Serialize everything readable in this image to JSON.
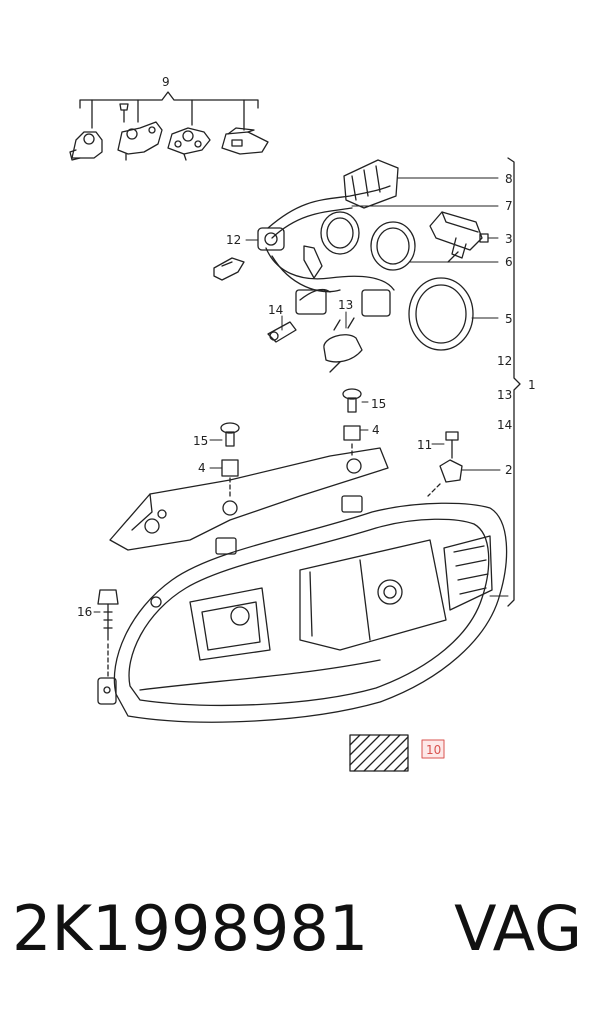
{
  "diagram": {
    "callouts": {
      "c1": "1",
      "c2": "2",
      "c3": "3",
      "c4a": "4",
      "c4b": "4",
      "c5": "5",
      "c6": "6",
      "c7": "7",
      "c8": "8",
      "c9": "9",
      "c10": "10",
      "c11": "11",
      "c12a": "12",
      "c12b": "12",
      "c13a": "13",
      "c13b": "13",
      "c14a": "14",
      "c14b": "14",
      "c15a": "15",
      "c15b": "15",
      "c16": "16"
    },
    "highlight_color": "#d9534f"
  },
  "caption": {
    "part_number": "2K1998981",
    "brand": "VAG"
  }
}
